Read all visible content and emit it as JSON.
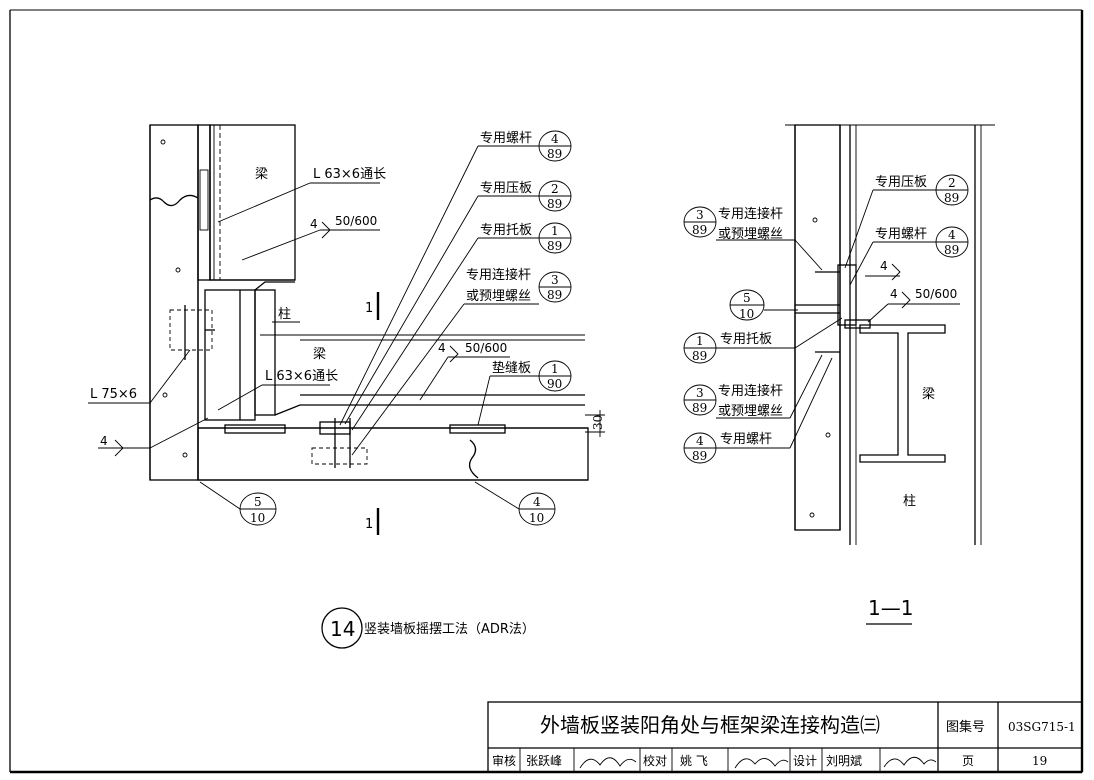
{
  "left_view": {
    "beam": "梁",
    "angle_top": "L 63×6通长",
    "weld_top": "4",
    "weld_top_spec": "50/600",
    "column": "柱",
    "beam2": "梁",
    "angle_mid": "L 63×6通长",
    "weld_mid": "4",
    "weld_mid_spec": "50/600",
    "angle_left": "L 75×6",
    "weld_left": "4",
    "section_mark": "1",
    "dim_30": "30",
    "callouts": [
      {
        "label": "专用螺杆",
        "top": "4",
        "bottom": "89"
      },
      {
        "label": "专用压板",
        "top": "2",
        "bottom": "89"
      },
      {
        "label": "专用托板",
        "top": "1",
        "bottom": "89"
      },
      {
        "label": "专用连接杆",
        "label2": "或预埋螺丝",
        "top": "3",
        "bottom": "89"
      },
      {
        "label": "垫缝板",
        "top": "1",
        "bottom": "90"
      }
    ],
    "detail_5_10": {
      "top": "5",
      "bottom": "10"
    },
    "detail_4_10": {
      "top": "4",
      "bottom": "10"
    }
  },
  "right_view": {
    "press_plate": {
      "label": "专用压板",
      "top": "2",
      "bottom": "89"
    },
    "rod_top": {
      "label": "专用连接杆",
      "label2": "或预埋螺丝",
      "top": "3",
      "bottom": "89"
    },
    "bolt_top": {
      "label": "专用螺杆",
      "top": "4",
      "bottom": "89"
    },
    "weld": "4",
    "weld2": "4",
    "weld2_spec": "50/600",
    "detail_5_10": {
      "top": "5",
      "bottom": "10"
    },
    "support": {
      "label": "专用托板",
      "top": "1",
      "bottom": "89"
    },
    "rod_bottom": {
      "label": "专用连接杆",
      "label2": "或预埋螺丝",
      "top": "3",
      "bottom": "89"
    },
    "bolt_bottom": {
      "label": "专用螺杆",
      "top": "4",
      "bottom": "89"
    },
    "beam": "梁",
    "column": "柱",
    "section_title": "1—1"
  },
  "figure": {
    "number": "14",
    "caption": "竖装墙板摇摆工法（ADR法）"
  },
  "title_block": {
    "title": "外墙板竖装阳角处与框架梁连接构造㈢",
    "atlas_label": "图集号",
    "atlas_no": "03SG715-1",
    "review_label": "审核",
    "reviewer": "张跃峰",
    "check_label": "校对",
    "checker": "姚 飞",
    "design_label": "设计",
    "designer": "刘明斌",
    "page_label": "页",
    "page_no": "19"
  }
}
